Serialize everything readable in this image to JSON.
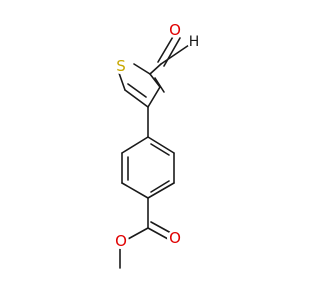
{
  "structure": {
    "atoms": [
      {
        "element": "O",
        "color": "#e00000"
      },
      {
        "element": "H",
        "color": "#1a1a1a"
      },
      {
        "element": "S",
        "color": "#c8a800"
      },
      {
        "element": "O",
        "color": "#e00000"
      },
      {
        "element": "O",
        "color": "#e00000"
      }
    ]
  }
}
